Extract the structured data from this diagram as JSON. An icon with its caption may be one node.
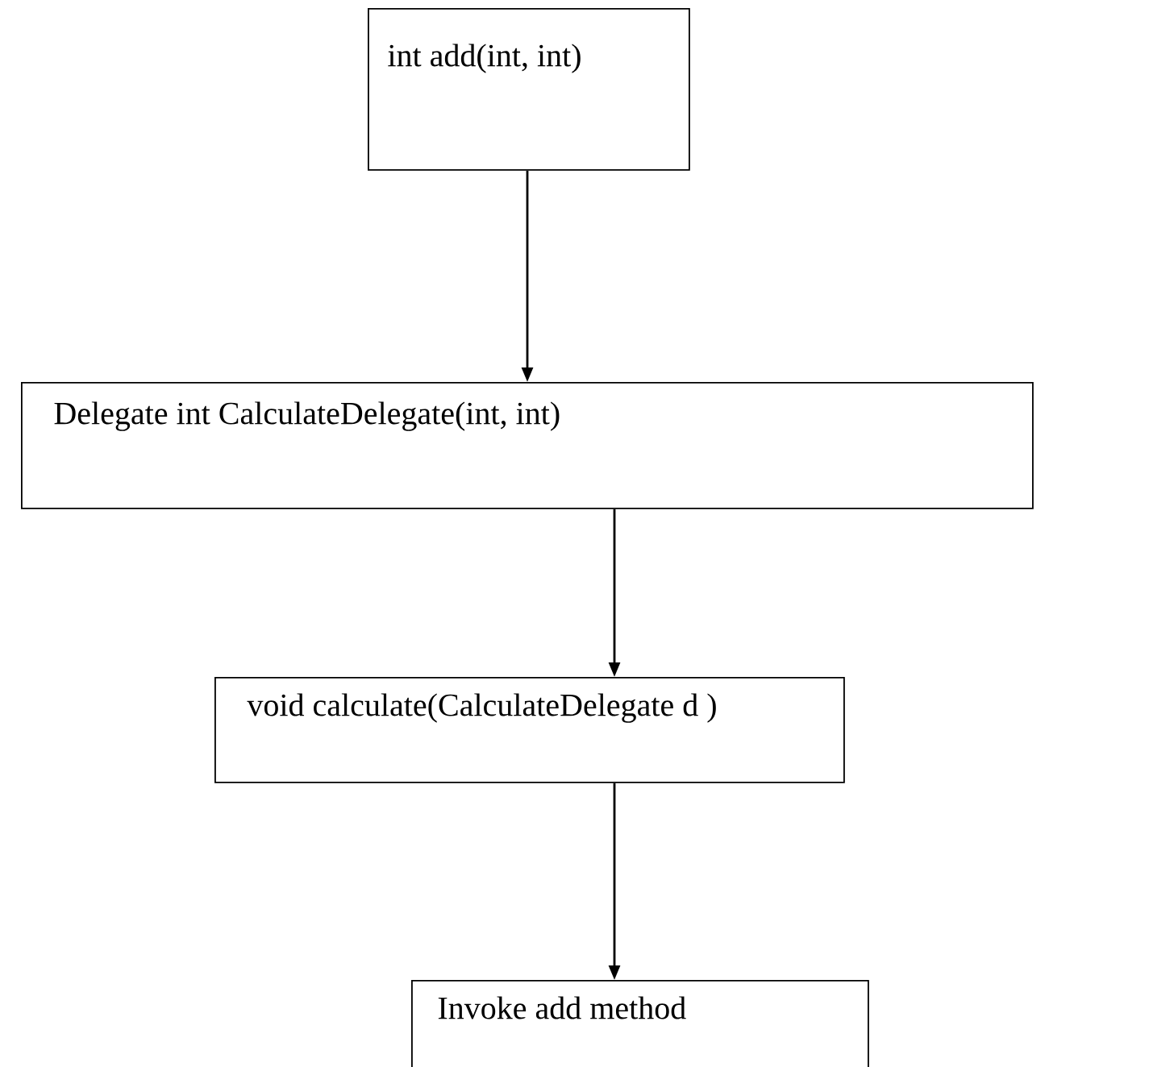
{
  "diagram": {
    "nodes": [
      {
        "text": [
          "int add(int, int)"
        ]
      },
      {
        "text": [
          "Delegate int CalculateDelegate(int, int)"
        ]
      },
      {
        "text": [
          "void calculate(CalculateDelegate d )"
        ]
      },
      {
        "text": [
          "Invoke add method"
        ]
      }
    ],
    "edges": [
      {
        "from": 0,
        "to": 1,
        "arrow": "to"
      },
      {
        "from": 1,
        "to": 2,
        "arrow": "to"
      },
      {
        "from": 2,
        "to": 3,
        "arrow": "to"
      }
    ]
  }
}
